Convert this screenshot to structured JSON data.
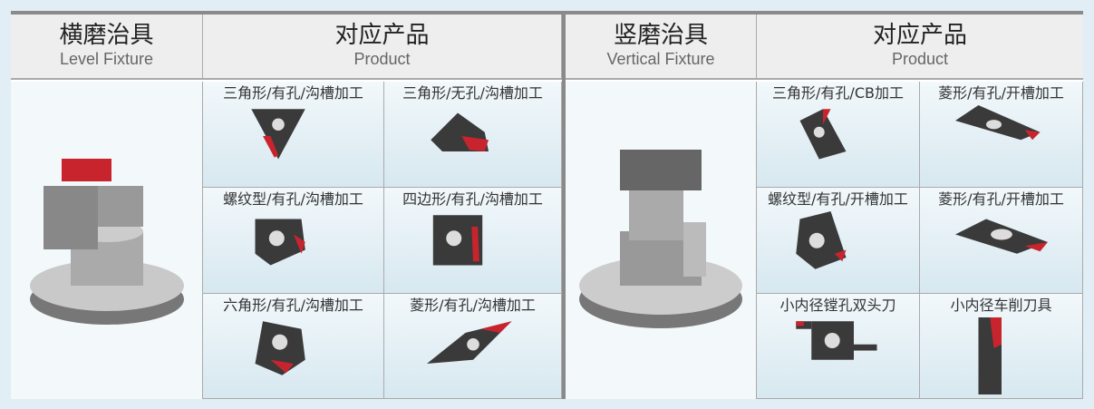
{
  "left": {
    "fixture_cn": "横磨治具",
    "fixture_en": "Level Fixture",
    "product_cn": "对应产品",
    "product_en": "Product",
    "items": [
      "三角形/有孔/沟槽加工",
      "三角形/无孔/沟槽加工",
      "螺纹型/有孔/沟槽加工",
      "四边形/有孔/沟槽加工",
      "六角形/有孔/沟槽加工",
      "菱形/有孔/沟槽加工"
    ]
  },
  "right": {
    "fixture_cn": "竖磨治具",
    "fixture_en": "Vertical Fixture",
    "product_cn": "对应产品",
    "product_en": "Product",
    "items": [
      "三角形/有孔/CB加工",
      "菱形/有孔/开槽加工",
      "螺纹型/有孔/开槽加工",
      "菱形/有孔/开槽加工",
      "小内径镗孔双头刀",
      "小内径车削刀具"
    ]
  },
  "colors": {
    "insert": "#3a3a3a",
    "accent": "#c8242e",
    "border": "#8a8a8a"
  }
}
